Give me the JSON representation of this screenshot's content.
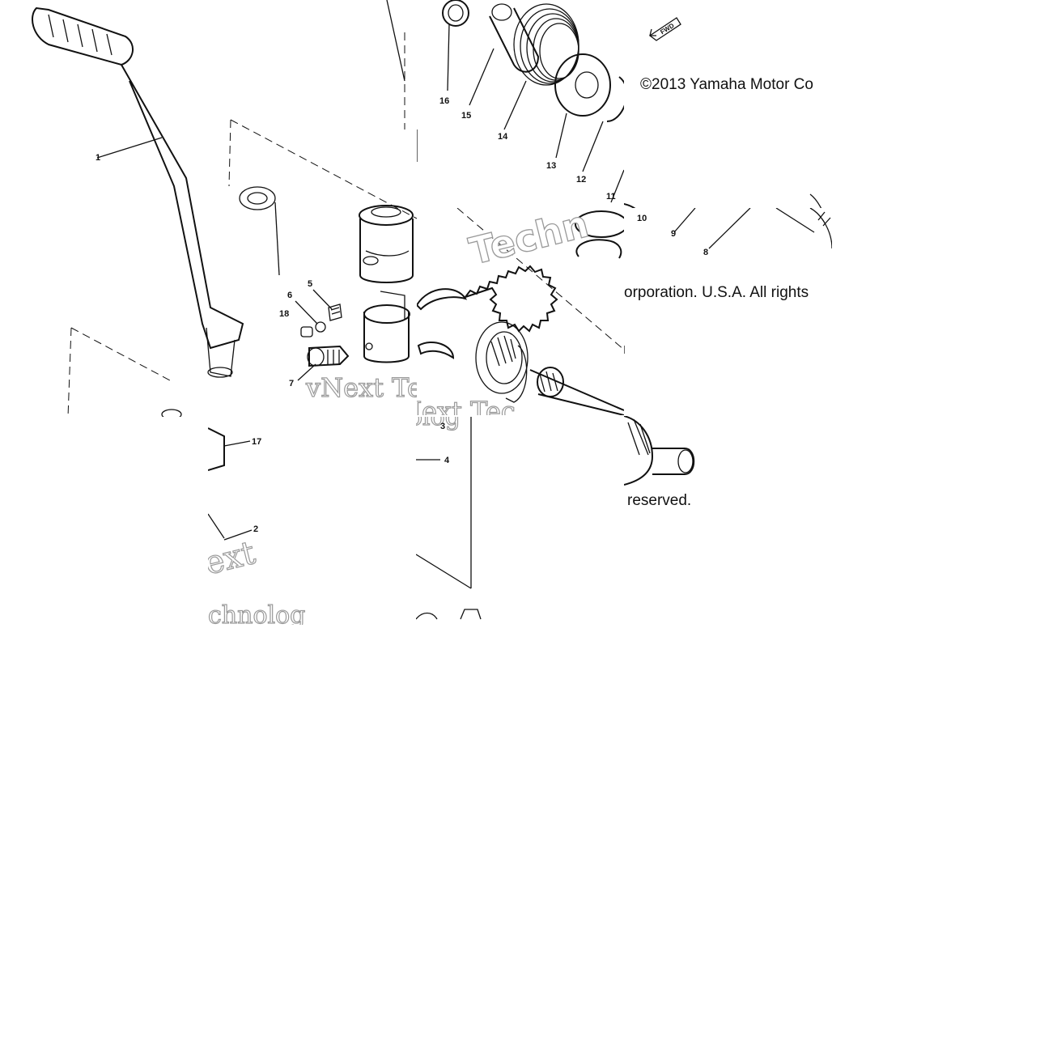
{
  "copyright": {
    "line1": "©2013 Yamaha Motor Co",
    "line2": "orporation. U.S.A. All rights",
    "line3": "reserved."
  },
  "watermark": {
    "text_a": "vNext Tec",
    "text_b": "Techn",
    "text_c": "ext",
    "text_d": "chnolog",
    "text_e": "olog"
  },
  "fwd_badge": "FWD",
  "callouts": [
    "1",
    "2",
    "3",
    "4",
    "5",
    "6",
    "7",
    "8",
    "9",
    "10",
    "11",
    "12",
    "13",
    "14",
    "15",
    "16",
    "17",
    "18"
  ]
}
